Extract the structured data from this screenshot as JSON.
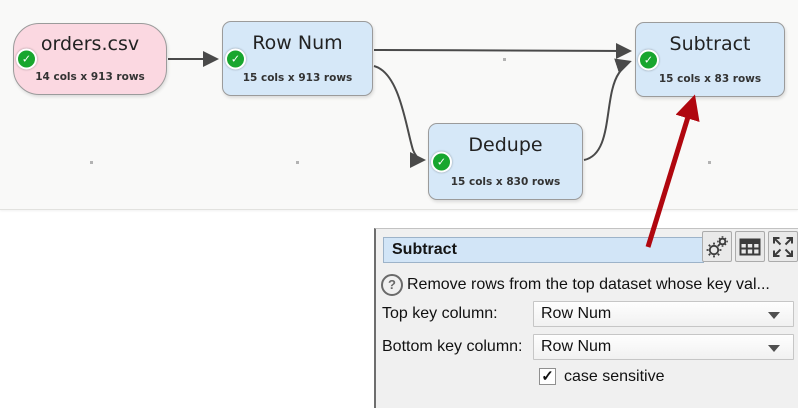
{
  "canvas": {
    "nodes": [
      {
        "title": "orders.csv",
        "subtitle": "14 cols x 913 rows",
        "type": "input",
        "status": "ok"
      },
      {
        "title": "Row Num",
        "subtitle": "15 cols x 913 rows",
        "type": "transform",
        "status": "ok"
      },
      {
        "title": "Dedupe",
        "subtitle": "15 cols x 830 rows",
        "type": "transform",
        "status": "ok"
      },
      {
        "title": "Subtract",
        "subtitle": "15 cols x 83 rows",
        "type": "transform",
        "status": "ok"
      }
    ]
  },
  "panel": {
    "title_value": "Subtract",
    "help_text": "Remove rows from the top dataset whose key val...",
    "toolbar": {
      "gears_icon": "settings-gears",
      "table_icon": "data-table",
      "expand_icon": "maximize"
    },
    "fields": [
      {
        "label": "Top key column:",
        "value": "Row Num"
      },
      {
        "label": "Bottom key column:",
        "value": "Row Num"
      }
    ],
    "checkbox": {
      "label": "case sensitive",
      "checked": true
    }
  },
  "glyphs": {
    "question": "?",
    "check": "✓"
  },
  "colors": {
    "node_input_bg": "#fbd8e1",
    "node_transform_bg": "#d6e8f8",
    "status_ok_green": "#18a62e",
    "edge_gray": "#4a4a4a",
    "annotation_red": "#b0070f",
    "title_input_bg": "#d2e5f7",
    "panel_bg": "#f0f0f0"
  }
}
